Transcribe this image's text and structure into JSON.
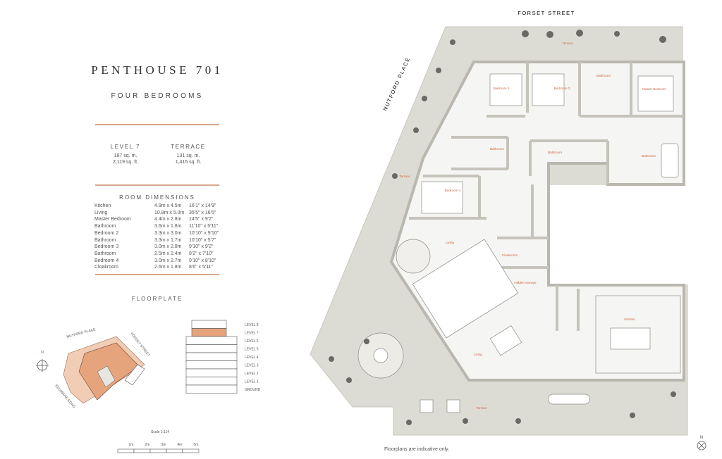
{
  "title": "PENTHOUSE 701",
  "subtitle": "FOUR BEDROOMS",
  "areas": [
    {
      "label": "LEVEL 7",
      "sqm": "197 sq. m.",
      "sqft": "2,119 sq. ft."
    },
    {
      "label": "TERRACE",
      "sqm": "131 sq. m.",
      "sqft": "1,415 sq. ft."
    }
  ],
  "room_dimensions": {
    "heading": "ROOM DIMENSIONS",
    "rows": [
      {
        "room": "Kitchen",
        "metric": "4.9m x 4.5m",
        "imperial": "16'1\" x 14'9\""
      },
      {
        "room": "Living",
        "metric": "10.8m x 5.0m",
        "imperial": "35'5\" x 16'5\""
      },
      {
        "room": "Master Bedroom",
        "metric": "4.4m x 2.8m",
        "imperial": "14'5\" x 9'2\""
      },
      {
        "room": "Bathroom",
        "metric": "3.6m x 1.8m",
        "imperial": "11'10\" x 5'11\""
      },
      {
        "room": "Bedroom 2",
        "metric": "3.3m x 3.0m",
        "imperial": "10'10\" x 9'10\""
      },
      {
        "room": "Bathroom",
        "metric": "3.3m x 1.7m",
        "imperial": "10'10\" x 5'7\""
      },
      {
        "room": "Bedroom 3",
        "metric": "3.0m x 2.8m",
        "imperial": "9'10\" x 9'2\""
      },
      {
        "room": "Bathroom",
        "metric": "2.5m x 2.4m",
        "imperial": "8'2\" x 7'10\""
      },
      {
        "room": "Bedroom 4",
        "metric": "3.0m x 2.7m",
        "imperial": "9'10\" x 8'10\""
      },
      {
        "room": "Cloakroom",
        "metric": "2.6m x 1.8m",
        "imperial": "8'6\" x 5'11\""
      }
    ]
  },
  "floorplate": {
    "heading": "FLOORPLATE",
    "north": "N",
    "streets": [
      "NUTFORD PLACE",
      "FORSET STREET",
      "EDGWARE ROAD"
    ],
    "levels": [
      "LEVEL 8",
      "LEVEL 7",
      "LEVEL 6",
      "LEVEL 5",
      "LEVEL 4",
      "LEVEL 3",
      "LEVEL 2",
      "LEVEL 1",
      "GROUND"
    ],
    "highlighted_level": "LEVEL 7"
  },
  "scale": {
    "label": "Scale 1:114",
    "ticks": [
      "1m",
      "2m",
      "3m",
      "4m",
      "5m"
    ]
  },
  "plan": {
    "street_top": "FORSET STREET",
    "street_left": "NUTFORD PLACE",
    "labels": {
      "terrace_top": "Terrace",
      "bedroom2": "Bedroom 2",
      "bedroom3": "Bedroom 3",
      "bathroom_top": "Bathroom",
      "master": "Master Bedroom",
      "bathroom_left": "Bathroom",
      "bathroom_mid": "Bathroom",
      "bathroom_right": "Bathroom",
      "terrace_left": "Terrace",
      "bedroom4": "Bedroom 4",
      "living_top": "Living",
      "cloakroom": "Cloakroom",
      "hidden_storage": "Hidden storage",
      "kitchen": "Kitchen",
      "living_bottom": "Living",
      "terrace_bottom": "Terrace"
    },
    "north": "N",
    "note": "Floorplans are indicative only."
  },
  "colors": {
    "accent": "#d9a58c",
    "highlight": "#e6a47c",
    "terrace": "#dddcd4",
    "label": "#c9673f"
  }
}
